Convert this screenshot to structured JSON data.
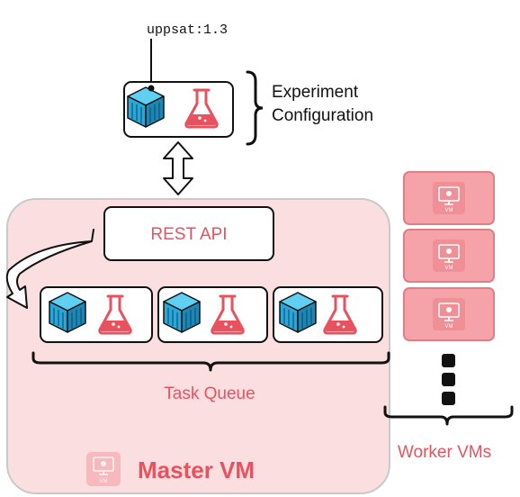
{
  "image_tag": "uppsat:1.3",
  "experiment_label": {
    "line1": "Experiment",
    "line2": "Configuration"
  },
  "master": {
    "rest_api_label": "REST API",
    "task_queue_label": "Task Queue",
    "title": "Master VM",
    "queue_items": [
      {
        "container_icon": "docker-container-icon",
        "experiment_icon": "flask-icon"
      },
      {
        "container_icon": "docker-container-icon",
        "experiment_icon": "flask-icon"
      },
      {
        "container_icon": "docker-container-icon",
        "experiment_icon": "flask-icon"
      }
    ],
    "vm_icon_label": "VM"
  },
  "workers": {
    "label": "Worker VMs",
    "vm_icon_label": "VM",
    "vm_count_shown": 3
  },
  "colors": {
    "master_fill": "#fbdfe0",
    "master_stroke": "#c9c9c9",
    "accent_red": "#e8525e",
    "worker_fill": "#f5a3a8",
    "worker_stroke": "#e07e85",
    "container_blue": "#2aa7d8"
  }
}
